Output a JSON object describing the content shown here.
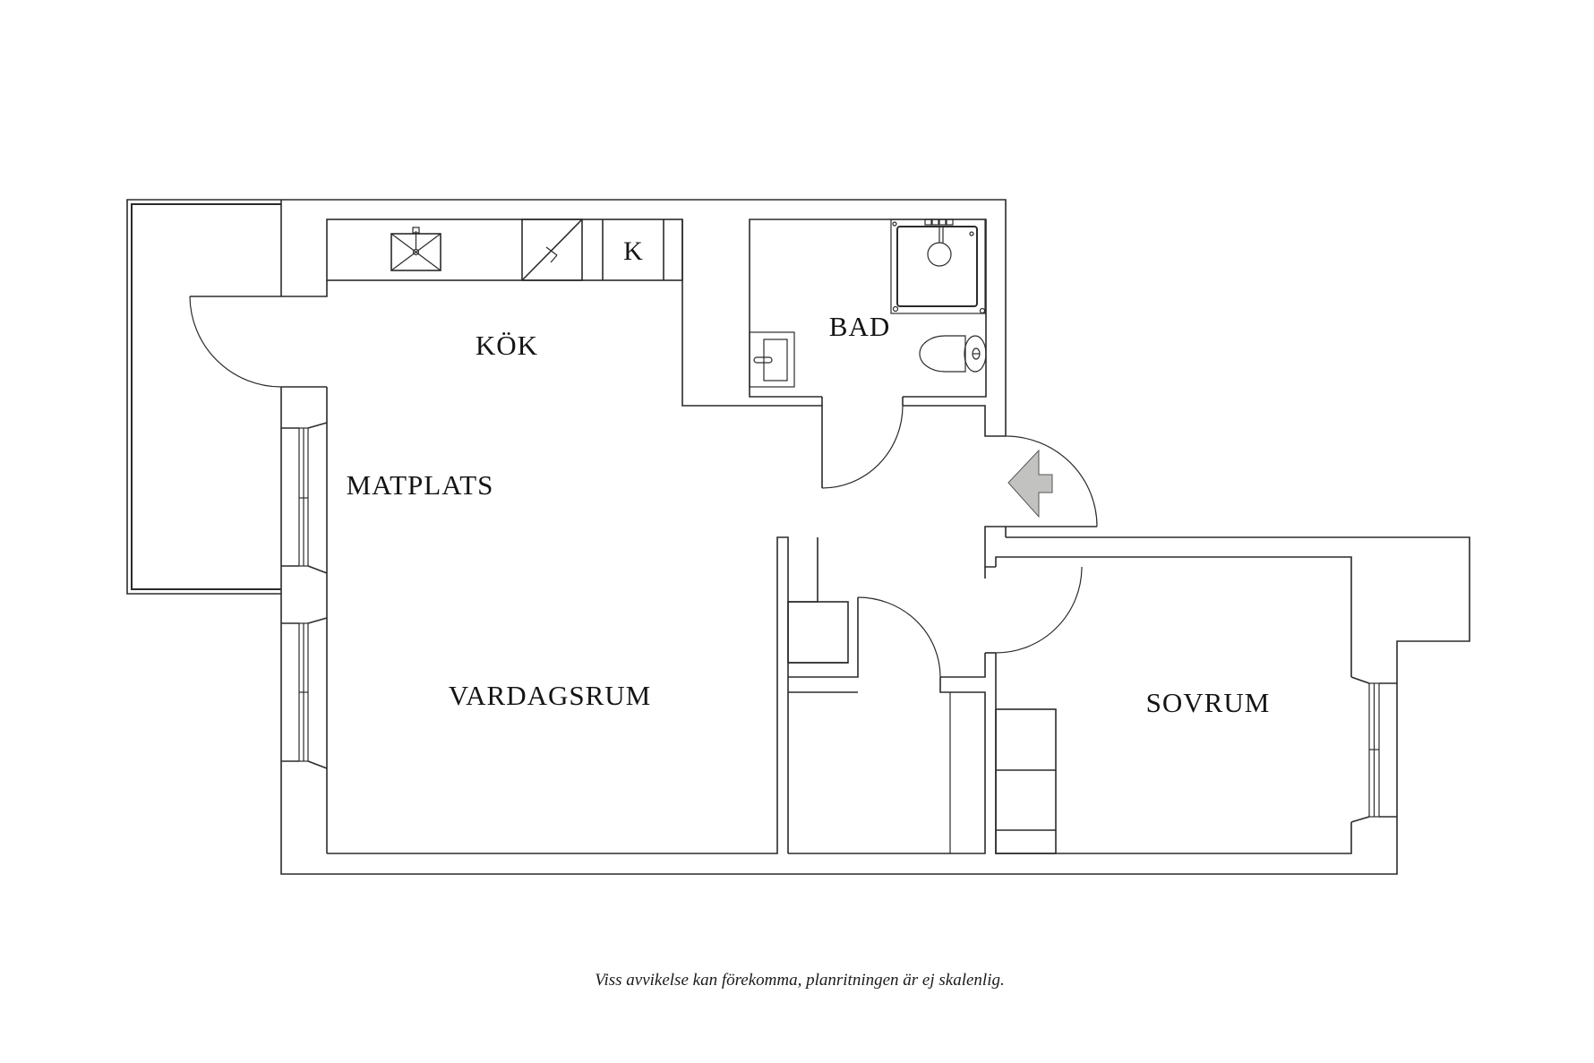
{
  "plan": {
    "rooms": [
      {
        "id": "kok",
        "label": "KÖK"
      },
      {
        "id": "bad",
        "label": "BAD"
      },
      {
        "id": "matplats",
        "label": "MATPLATS"
      },
      {
        "id": "vardagsrum",
        "label": "VARDAGSRUM"
      },
      {
        "id": "sovrum",
        "label": "SOVRUM"
      }
    ],
    "fixtures": {
      "fridge_label": "K"
    },
    "entrance_arrow_color": "#c2c2c0",
    "line_color": "#2b2b2b"
  },
  "footer": {
    "disclaimer": "Viss avvikelse kan förekomma, planritningen är ej skalenlig."
  }
}
